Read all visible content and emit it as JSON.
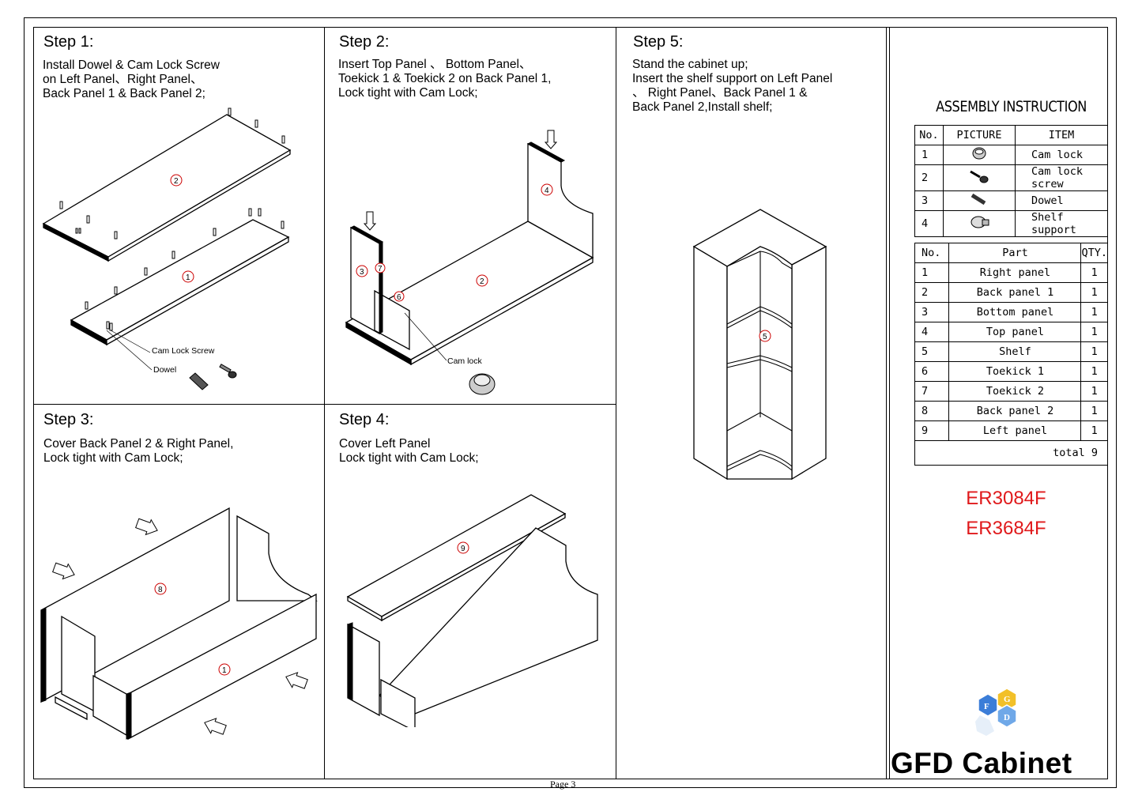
{
  "steps": [
    {
      "title": "Step 1:",
      "text": "Install Dowel & Cam Lock Screw\non Left Panel、Right Panel、\nBack Panel 1 & Back Panel 2;"
    },
    {
      "title": "Step 2:",
      "text": "Insert Top Panel 、 Bottom Panel、\nToekick 1 & Toekick 2 on Back Panel 1,\nLock tight with Cam Lock;"
    },
    {
      "title": "Step 5:",
      "text": "Stand the cabinet up;\nInsert the shelf support on Left Panel\n、 Right Panel、Back Panel 1 &\nBack Panel 2,Install shelf;"
    },
    {
      "title": "Step 3:",
      "text": "Cover Back Panel 2 & Right Panel,\nLock tight with Cam Lock;"
    },
    {
      "title": "Step 4:",
      "text": "Cover Left Panel\nLock tight with Cam Lock;"
    }
  ],
  "callouts": {
    "cam_lock_screw": "Cam Lock Screw",
    "dowel": "Dowel",
    "cam_lock": "Cam lock"
  },
  "panel_numbers": {
    "p1": "1",
    "p2": "2",
    "p3": "3",
    "p4": "4",
    "p5": "5",
    "p6": "6",
    "p7": "7",
    "p8": "8",
    "p9": "9"
  },
  "assembly": {
    "title": "ASSEMBLY INSTRUCTION",
    "hardware_headers": [
      "No.",
      "PICTURE",
      "ITEM"
    ],
    "hardware": [
      {
        "no": "1",
        "item": "Cam lock",
        "icon": "cam-lock-icon"
      },
      {
        "no": "2",
        "item": "Cam lock screw",
        "icon": "cam-lock-screw-icon"
      },
      {
        "no": "3",
        "item": "Dowel",
        "icon": "dowel-icon"
      },
      {
        "no": "4",
        "item": "Shelf support",
        "icon": "shelf-support-icon"
      }
    ],
    "parts_headers": [
      "No.",
      "Part",
      "QTY."
    ],
    "parts": [
      {
        "no": "1",
        "part": "Right panel",
        "qty": "1"
      },
      {
        "no": "2",
        "part": "Back panel 1",
        "qty": "1"
      },
      {
        "no": "3",
        "part": "Bottom panel",
        "qty": "1"
      },
      {
        "no": "4",
        "part": "Top panel",
        "qty": "1"
      },
      {
        "no": "5",
        "part": "Shelf",
        "qty": "1"
      },
      {
        "no": "6",
        "part": "Toekick 1",
        "qty": "1"
      },
      {
        "no": "7",
        "part": "Toekick 2",
        "qty": "1"
      },
      {
        "no": "8",
        "part": "Back panel 2",
        "qty": "1"
      },
      {
        "no": "9",
        "part": "Left panel",
        "qty": "1"
      }
    ],
    "total": "total 9"
  },
  "models": [
    "ER3084F",
    "ER3684F"
  ],
  "logo": {
    "letters": [
      "F",
      "G",
      "D"
    ],
    "colors": [
      "#3b7dd8",
      "#f2c029",
      "#6fa8e8"
    ]
  },
  "brand": "GFD Cabinet",
  "footer": "Page 3"
}
